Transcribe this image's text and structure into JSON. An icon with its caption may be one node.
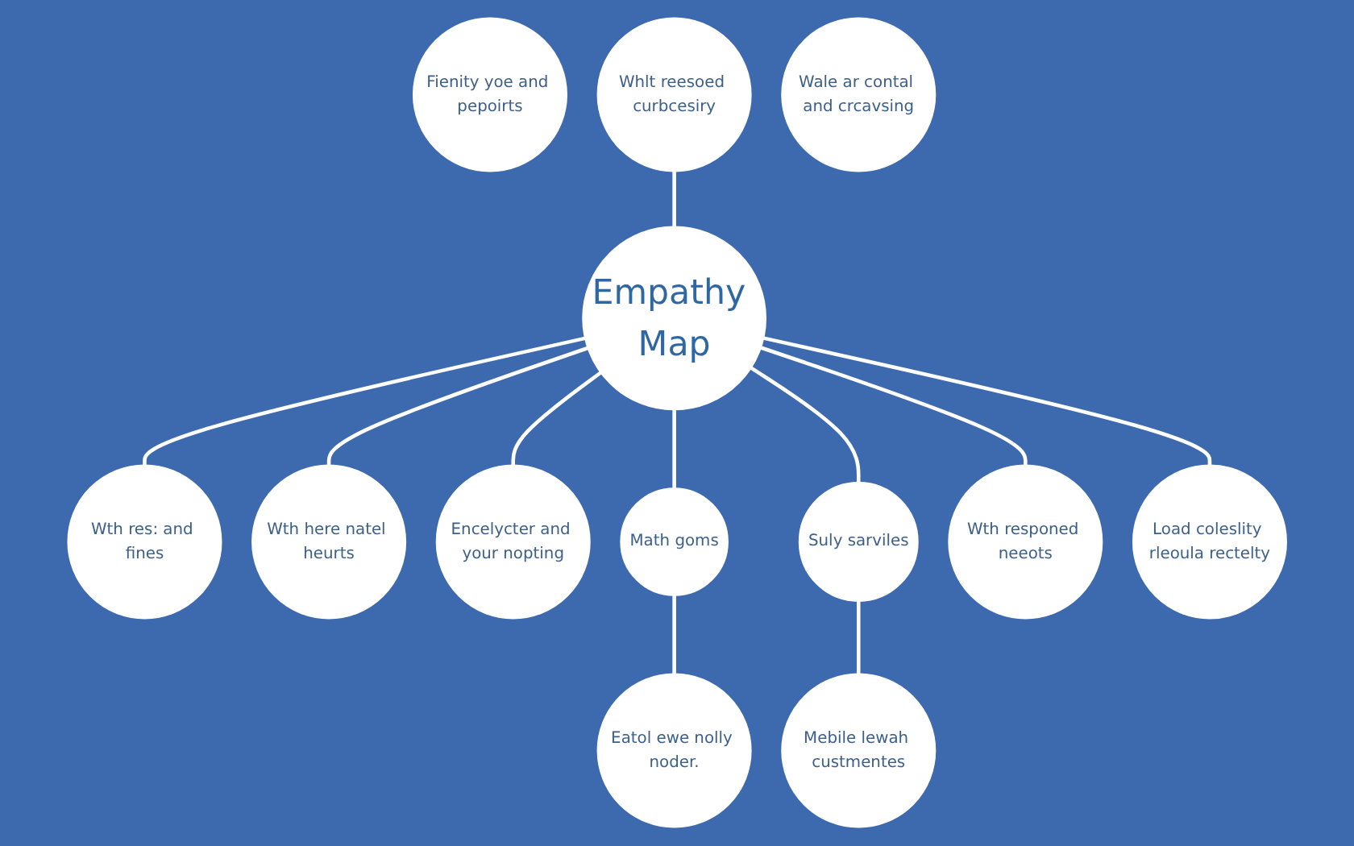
{
  "diagram": {
    "nodes": [
      {
        "text": [
          "Fienity yoe and pepoirts"
        ]
      },
      {
        "text": [
          "Wth res: and fines"
        ]
      },
      {
        "text": [
          "Wth here natel heurts"
        ]
      },
      {
        "text": [
          "Whlt reesoed curbcesiry"
        ]
      },
      {
        "text": [
          "Empathy Map"
        ]
      },
      {
        "text": [
          "Encelycter and your nopting"
        ]
      },
      {
        "text": [
          "Math goms"
        ]
      },
      {
        "text": [
          "Suly sarviles"
        ]
      },
      {
        "text": [
          "Mebile lewah custmentes"
        ]
      },
      {
        "text": [
          "Eatol ewe nolly noder."
        ]
      },
      {
        "text": [
          "Wale ar contal and crcavsing"
        ]
      },
      {
        "text": [
          "Wth responed neeots"
        ]
      },
      {
        "text": [
          "Load coleslity rleoula rectelty"
        ]
      }
    ],
    "edges": [
      {
        "from": 4,
        "to": 1,
        "arrow": "none"
      },
      {
        "from": 4,
        "to": 2,
        "arrow": "none"
      },
      {
        "from": 3,
        "to": 4,
        "arrow": "none"
      },
      {
        "from": 4,
        "to": 5,
        "arrow": "none"
      },
      {
        "from": 4,
        "to": 6,
        "arrow": "none"
      },
      {
        "from": 4,
        "to": 7,
        "arrow": "none"
      },
      {
        "from": 6,
        "to": 9,
        "arrow": "none"
      },
      {
        "from": 4,
        "to": 11,
        "arrow": "none"
      },
      {
        "from": 4,
        "to": 12,
        "arrow": "none"
      },
      {
        "from": 7,
        "to": 8,
        "arrow": "none"
      }
    ]
  }
}
